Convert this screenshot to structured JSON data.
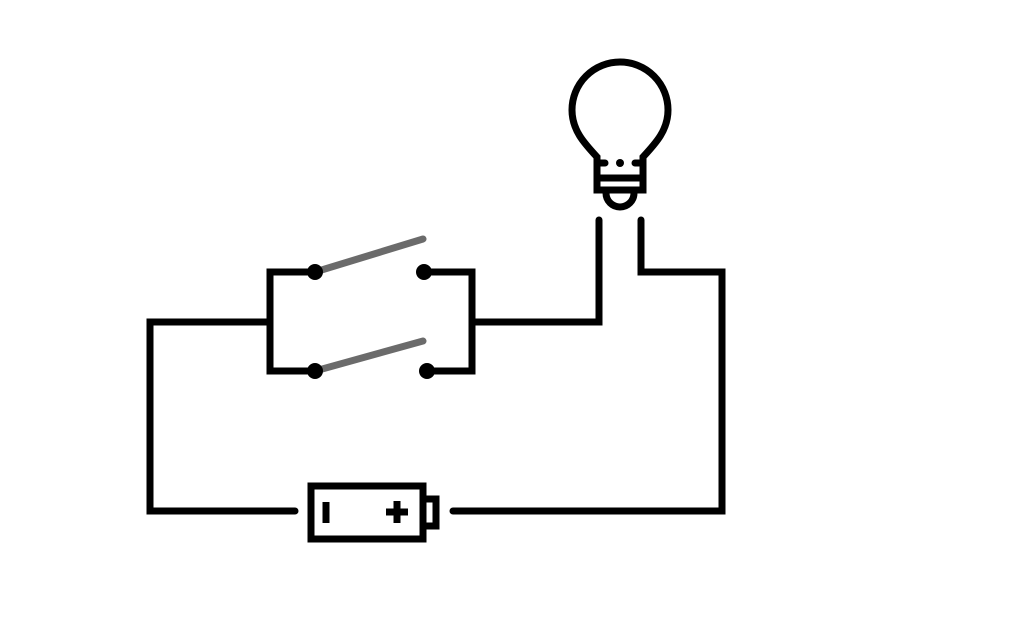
{
  "diagram": {
    "type": "circuit",
    "components": [
      "battery",
      "switch-upper",
      "switch-lower",
      "light-bulb"
    ],
    "switch_states": {
      "upper": "open",
      "lower": "open"
    },
    "colors": {
      "wire": "#000000",
      "lever": "#6b6b6b",
      "background": "#ffffff"
    }
  }
}
